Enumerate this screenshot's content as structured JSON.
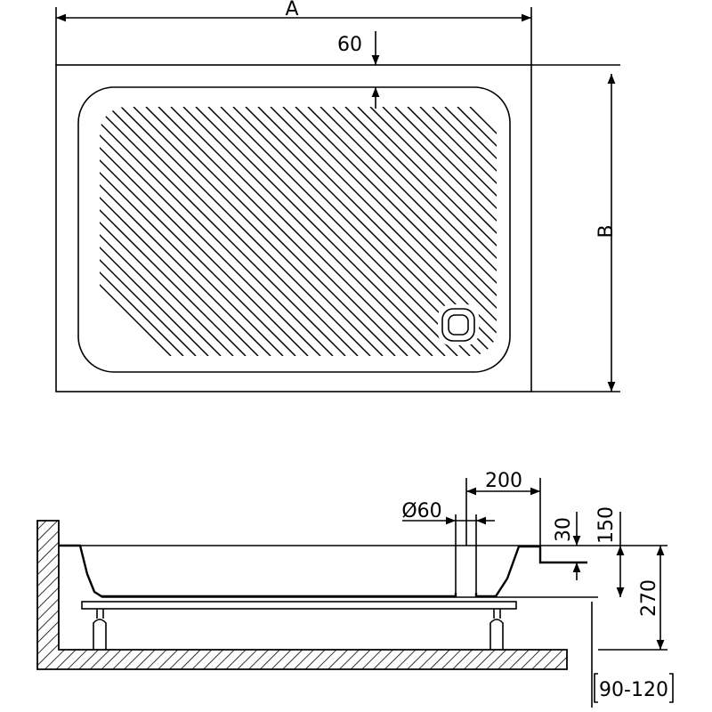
{
  "top_view": {
    "width_label": "A",
    "depth_label": "B",
    "rim_offset": "60"
  },
  "side_view": {
    "drain_offset": "200",
    "drain_diameter": "Ø60",
    "step_height": "30",
    "tray_depth": "150",
    "total_height": "270",
    "leg_range": "90-120"
  },
  "colors": {
    "line": "#000000",
    "background": "#ffffff"
  }
}
